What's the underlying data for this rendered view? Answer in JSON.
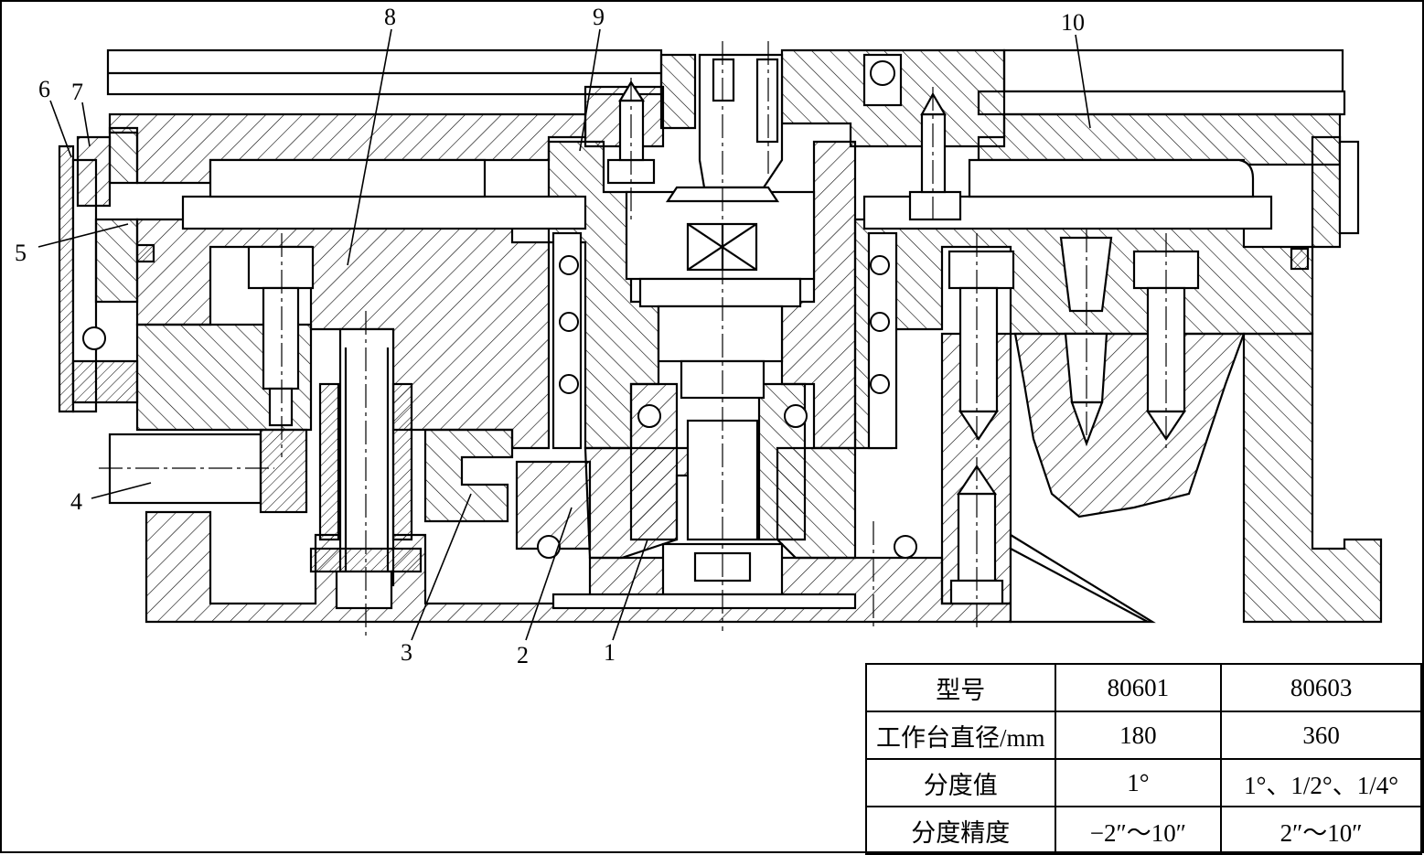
{
  "callouts": {
    "c1": "1",
    "c2": "2",
    "c3": "3",
    "c4": "4",
    "c5": "5",
    "c6": "6",
    "c7": "7",
    "c8": "8",
    "c9": "9",
    "c10": "10"
  },
  "table": {
    "header": [
      "型号",
      "80601",
      "80603"
    ],
    "rows": [
      [
        "工作台直径/mm",
        "180",
        "360"
      ],
      [
        "分度值",
        "1°",
        "1°、1/2°、1/4°"
      ],
      [
        "分度精度",
        "−2″～10″",
        "2″～10″"
      ]
    ]
  }
}
